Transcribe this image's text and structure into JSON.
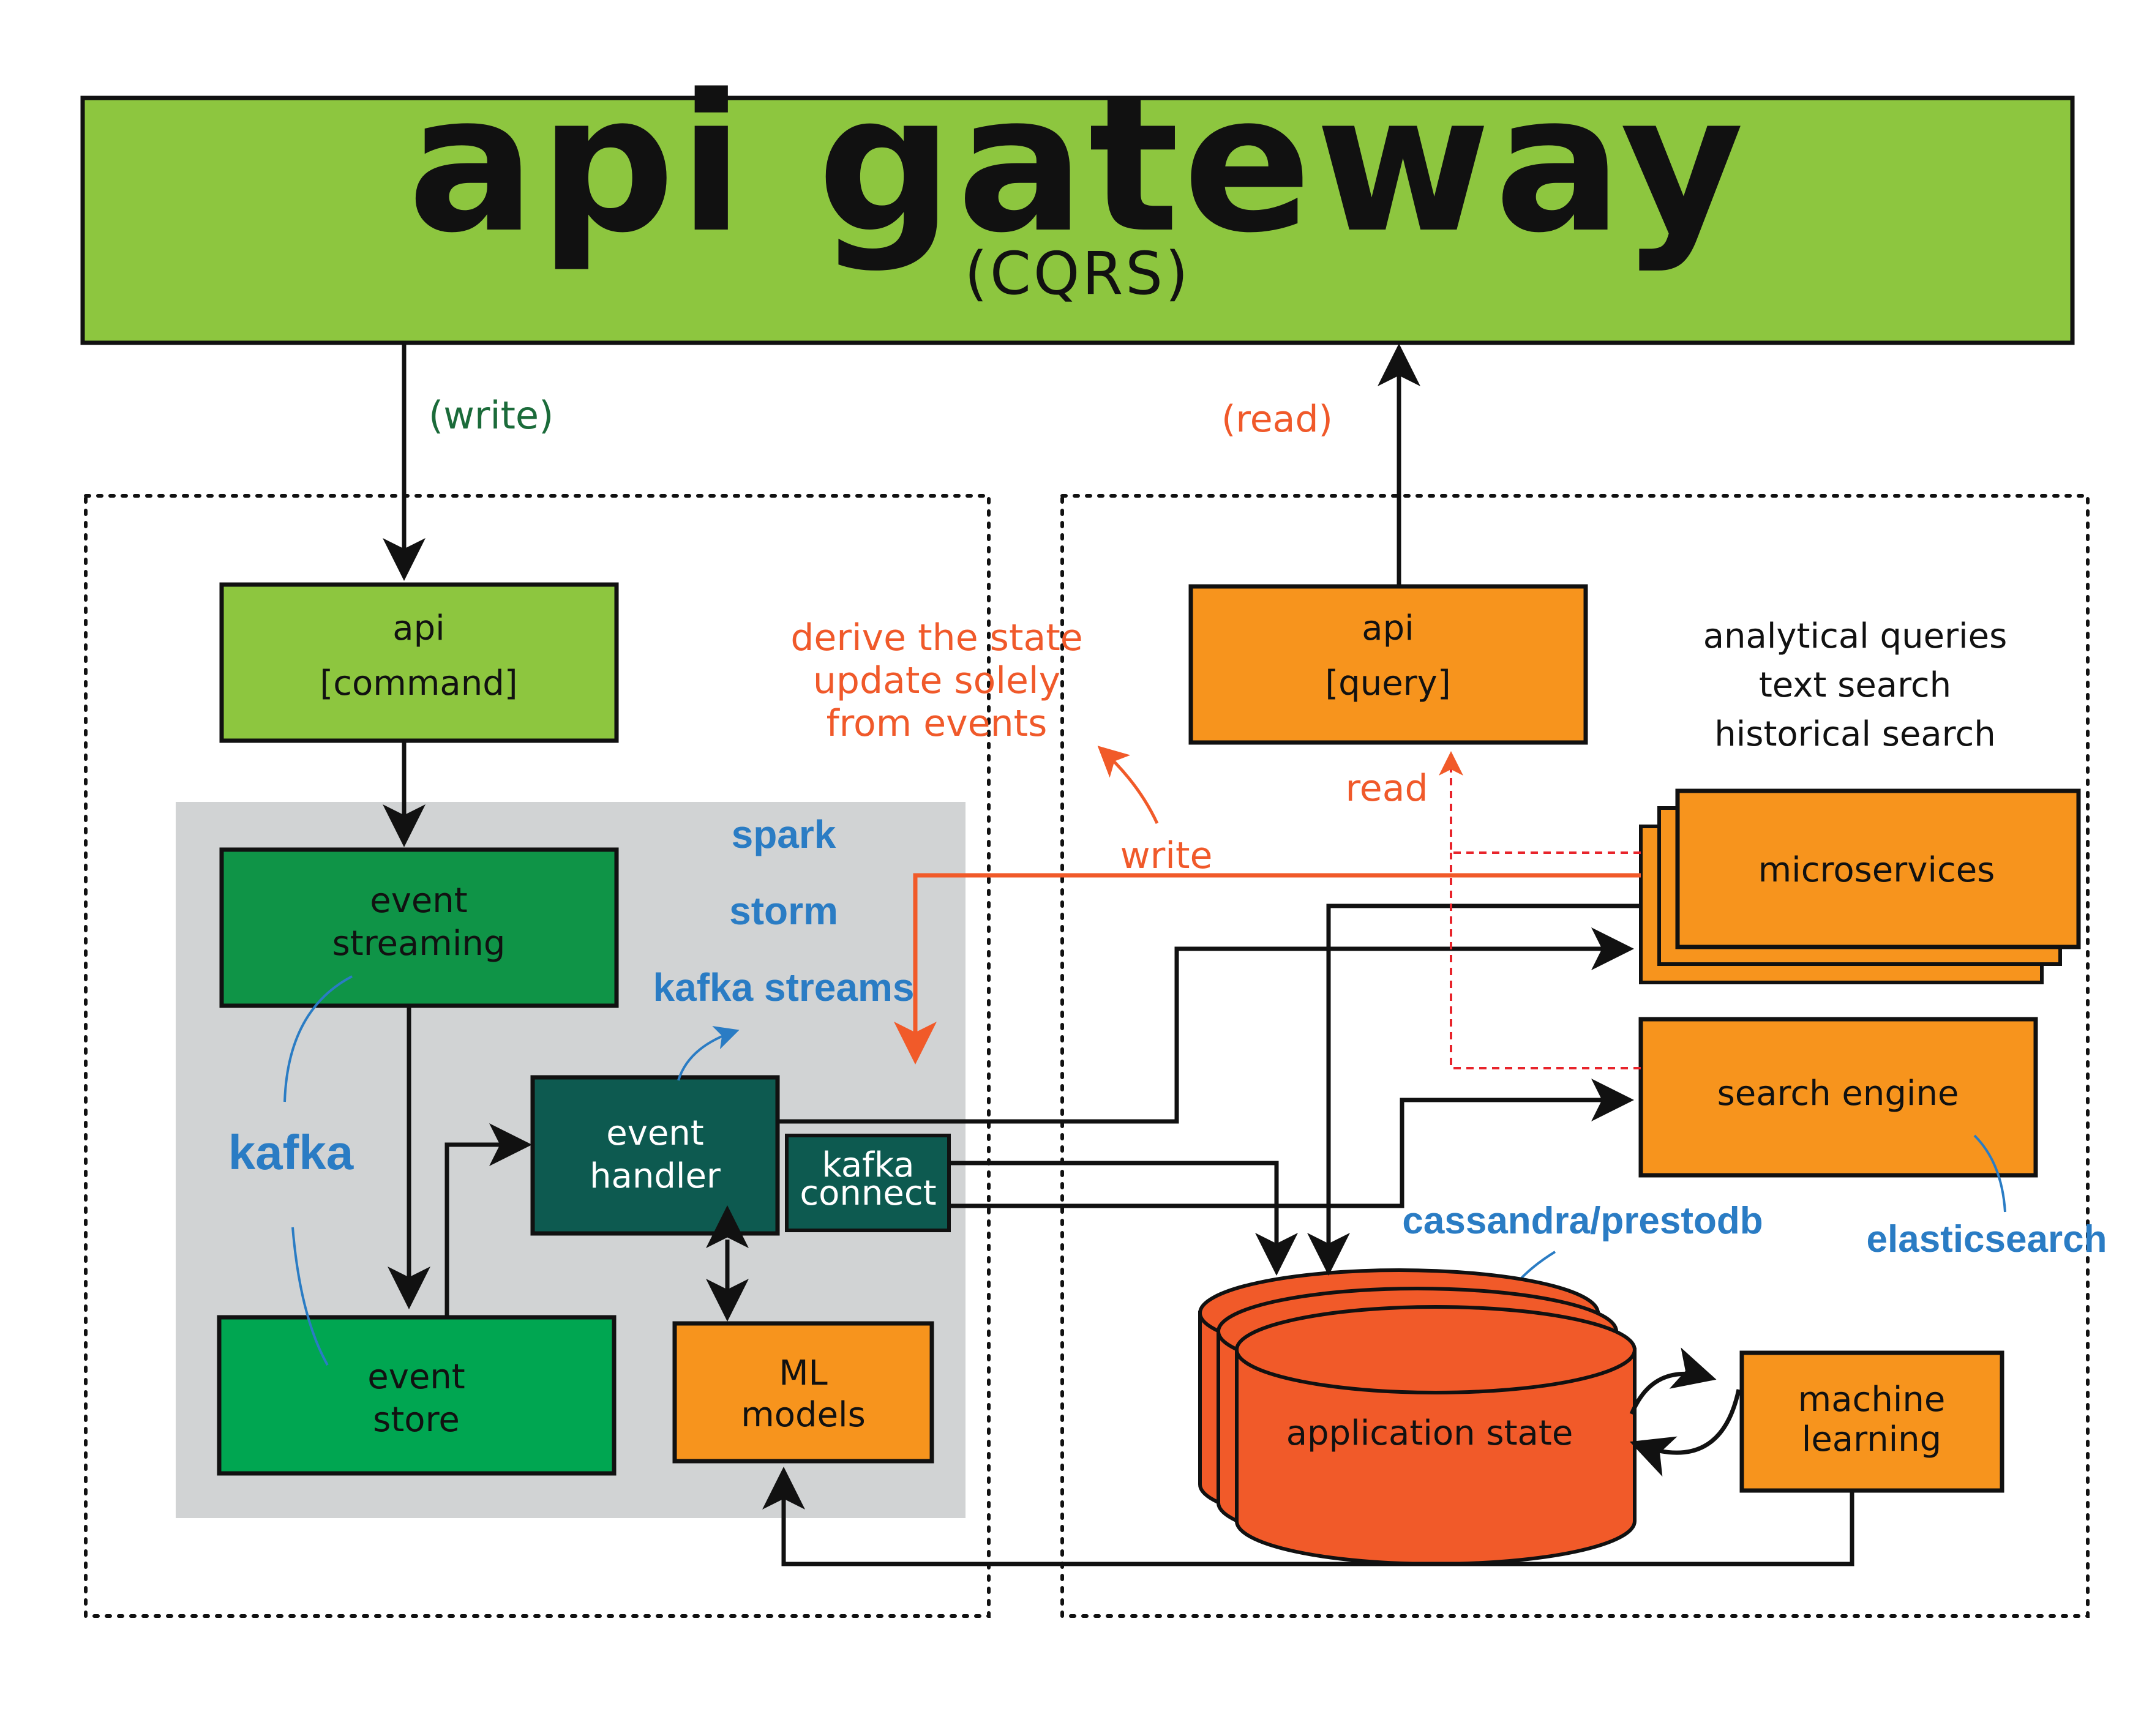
{
  "gateway": {
    "title": "api gateway",
    "subtitle": "(CQRS)"
  },
  "edges": {
    "write": "(write)",
    "read": "(read)",
    "read_small": "read",
    "write_small": "write"
  },
  "annotation": {
    "line1": "derive the state",
    "line2": "update solely",
    "line3": "from events"
  },
  "command_side": {
    "api_line1": "api",
    "api_line2": "[command]",
    "event_streaming_line1": "event",
    "event_streaming_line2": "streaming",
    "event_store_line1": "event",
    "event_store_line2": "store",
    "event_handler_line1": "event",
    "event_handler_line2": "handler",
    "kafka_connect_line1": "kafka",
    "kafka_connect_line2": "connect",
    "ml_models_line1": "ML",
    "ml_models_line2": "models",
    "tech_kafka": "kafka",
    "tech_spark": "spark",
    "tech_storm": "storm",
    "tech_kafka_streams": "kafka streams"
  },
  "query_side": {
    "api_line1": "api",
    "api_line2": "[query]",
    "queries_line1": "analytical queries",
    "queries_line2": "text search",
    "queries_line3": "historical search",
    "microservices": "microservices",
    "search_engine": "search engine",
    "application_state": "application state",
    "machine_learning_line1": "machine",
    "machine_learning_line2": "learning",
    "tech_cassandra": "cassandra/prestodb",
    "tech_elasticsearch": "elasticsearch"
  },
  "colors": {
    "gateway_green": "#8dc63f",
    "api_command_green": "#8dc63f",
    "event_streaming_green": "#0f9447",
    "event_store_green": "#00a651",
    "event_handler_teal": "#0d5a50",
    "orange": "#f7941d",
    "red_orange": "#f15a29",
    "label_blue": "#2a7cc4",
    "label_green": "#1b6b3a",
    "gray_panel": "#d1d3d4"
  }
}
